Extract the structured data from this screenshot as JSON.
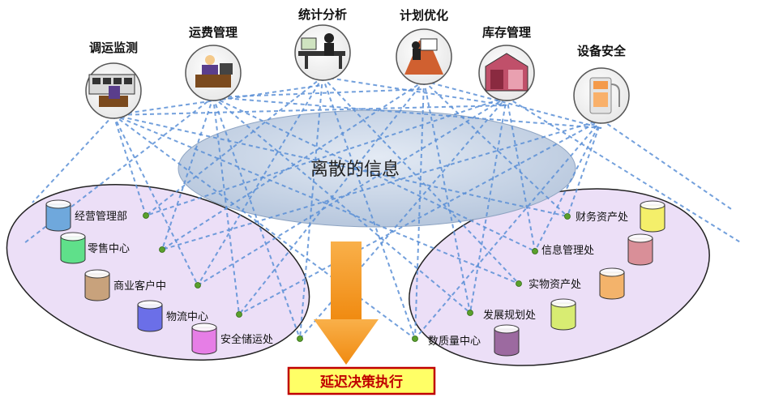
{
  "systems": [
    {
      "id": "dispatch",
      "label": "调运监测",
      "icon": "monitoring-workstation-icon"
    },
    {
      "id": "transport",
      "label": "运费管理",
      "icon": "office-worker-icon"
    },
    {
      "id": "stats",
      "label": "统计分析",
      "icon": "analyst-desk-icon"
    },
    {
      "id": "plan",
      "label": "计划优化",
      "icon": "planner-drawing-icon"
    },
    {
      "id": "inventory",
      "label": "库存管理",
      "icon": "warehouse-shelves-icon"
    },
    {
      "id": "equipment",
      "label": "设备安全",
      "icon": "fuel-pump-icon"
    }
  ],
  "center_label": "离散的信息",
  "left_group": [
    {
      "label": "经营管理部",
      "color": "#6fa8dc"
    },
    {
      "label": "零售中心",
      "color": "#5fe08a"
    },
    {
      "label": "商业客户中",
      "color": "#c8a27c"
    },
    {
      "label": "物流中心",
      "color": "#6b6fe8"
    },
    {
      "label": "安全储运处",
      "color": "#e67ee6"
    }
  ],
  "right_group": [
    {
      "label": "财务资产处",
      "color": "#f4ef6a"
    },
    {
      "label": "信息管理处",
      "color": "#d98f98"
    },
    {
      "label": "实物资产处",
      "color": "#f3b36b"
    },
    {
      "label": "发展规划处",
      "color": "#d8ec72"
    },
    {
      "label": "数质量中心",
      "color": "#9c6aa0"
    }
  ],
  "action_label": "延迟决策执行",
  "colors": {
    "link": "#5a8fd6",
    "group_fill": "#e9dcf5",
    "center_fill": "#c9d6e8",
    "arrow": "#f59a23",
    "action_border": "#c00000",
    "action_fill": "#ffff66",
    "node": "#5aa02c"
  }
}
